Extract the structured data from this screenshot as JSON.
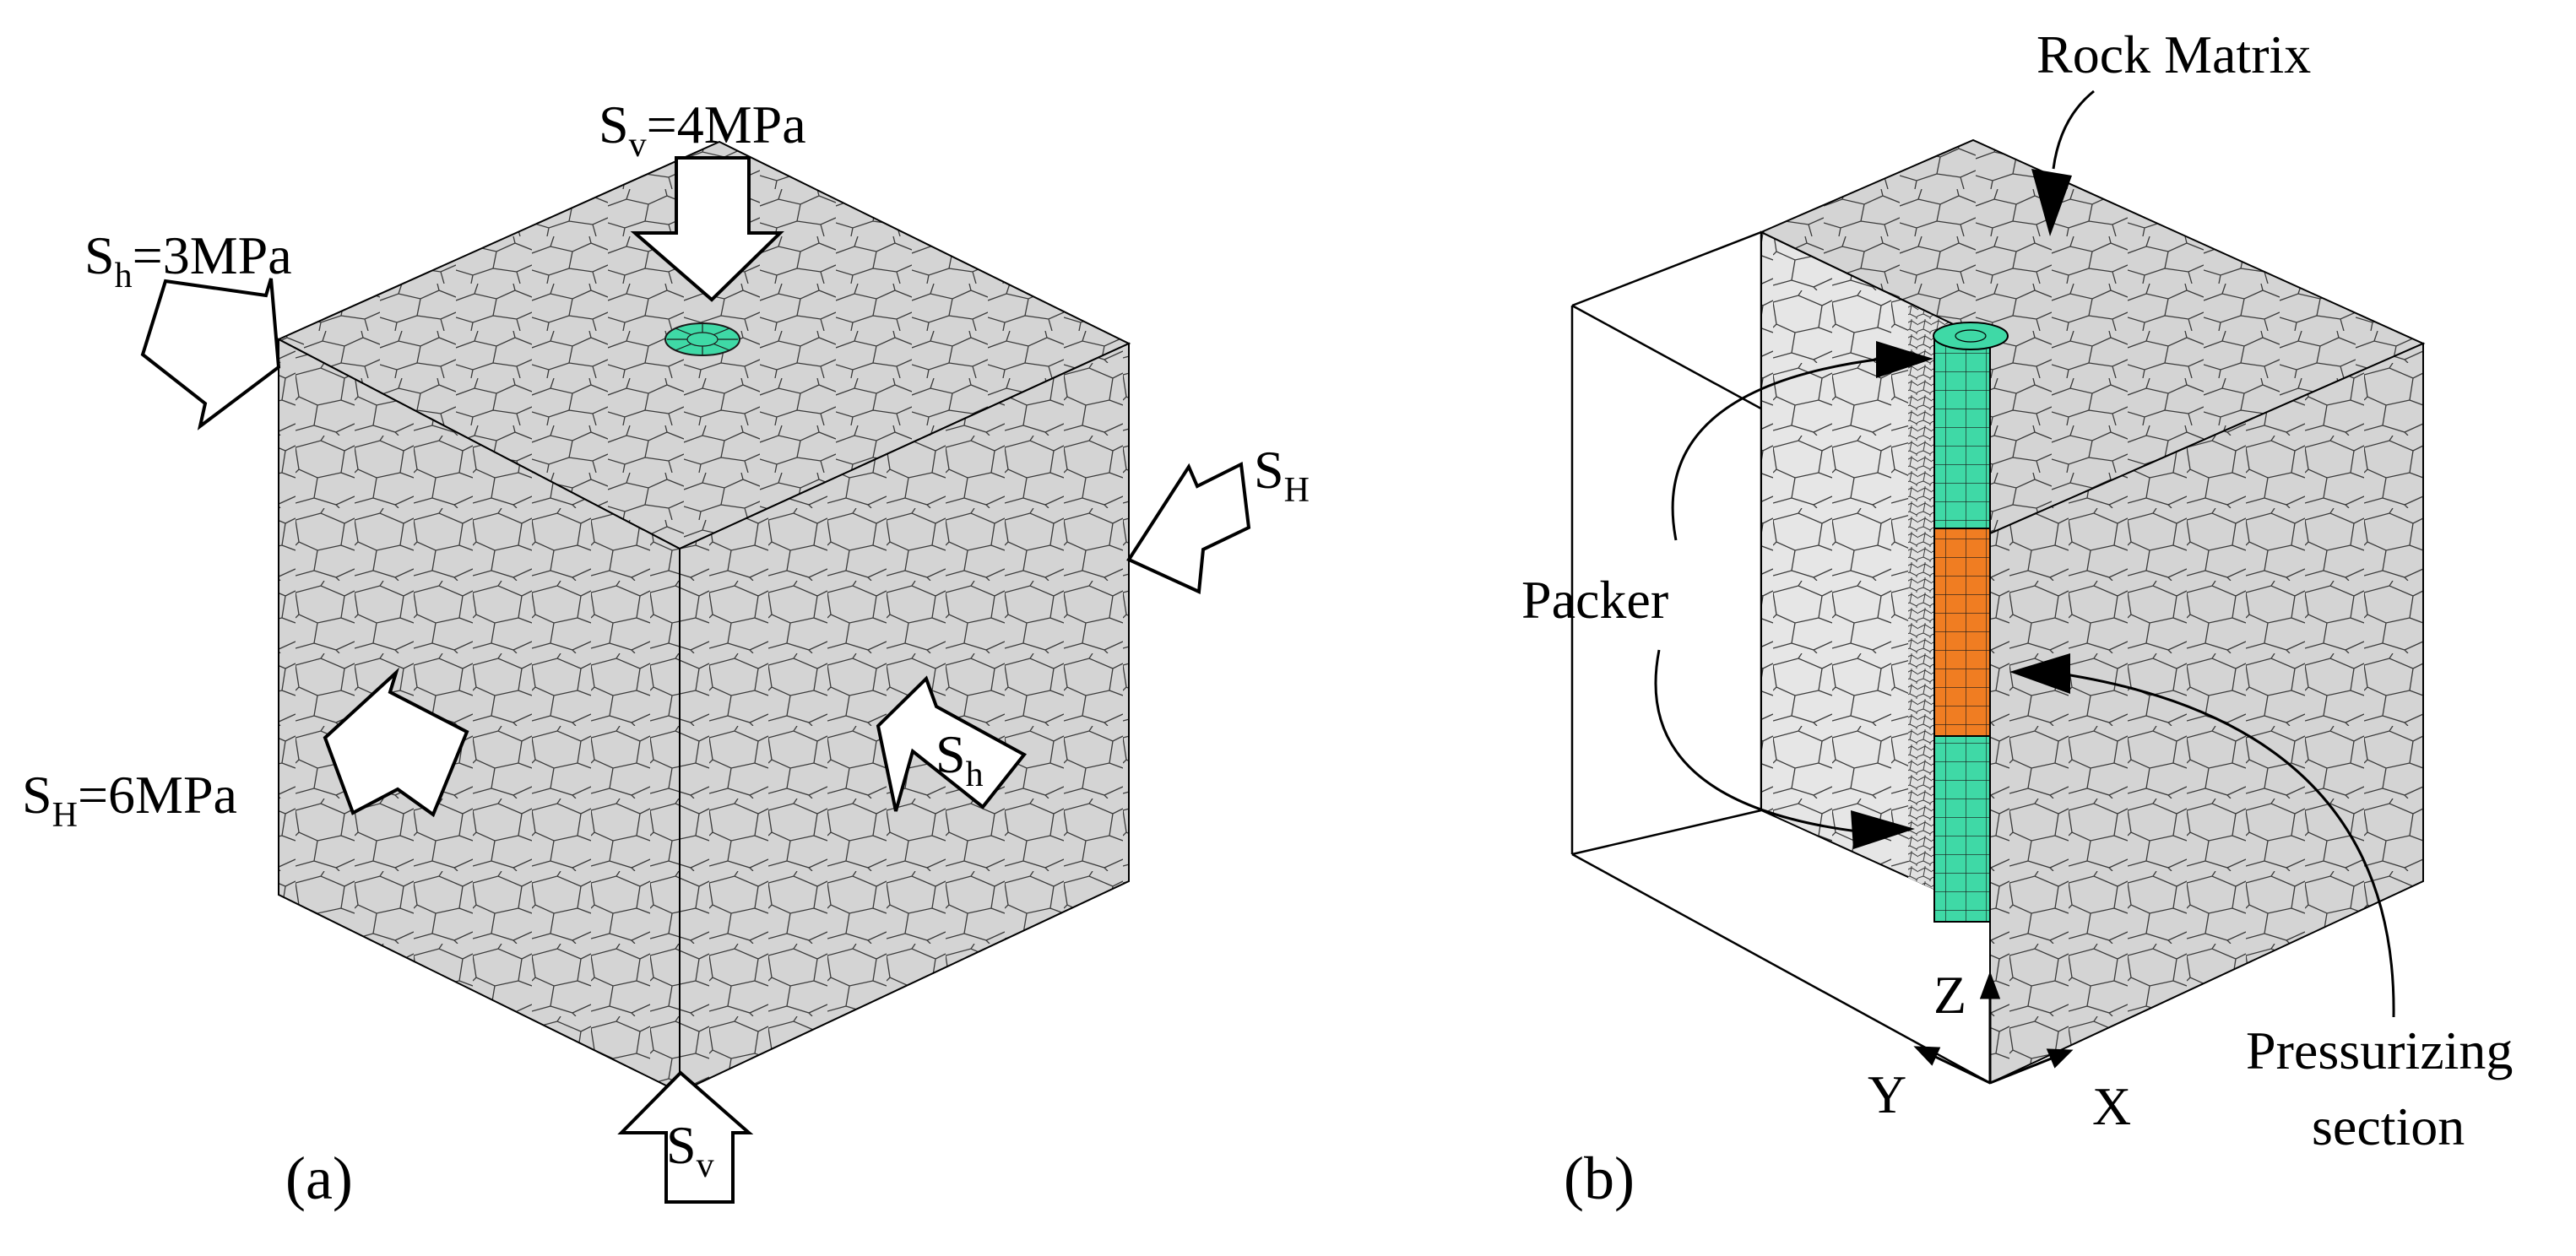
{
  "panel_a": {
    "caption": "(a)",
    "sv_top": {
      "base": "S",
      "sub": "v",
      "rest": "=4MPa"
    },
    "sh_left": {
      "base": "S",
      "sub": "h",
      "rest": "=3MPa"
    },
    "sH_left": {
      "base": "S",
      "sub": "H",
      "rest": "=6MPa"
    },
    "sH_right": {
      "base": "S",
      "sub": "H"
    },
    "sh_front": {
      "base": "S",
      "sub": "h"
    },
    "sv_bottom": {
      "base": "S",
      "sub": "v"
    }
  },
  "panel_b": {
    "caption": "(b)",
    "rock_matrix": "Rock Matrix",
    "packer": "Packer",
    "pressurizing_line1": "Pressurizing",
    "pressurizing_line2": "section",
    "axis_z": "Z",
    "axis_y": "Y",
    "axis_x": "X"
  },
  "colors": {
    "rock": "#d4d4d4",
    "rock_light": "#e4e4e4",
    "mesh_line": "#3a3a3a",
    "borehole": "#3fd9a6",
    "pressurizing": "#f07d22"
  }
}
